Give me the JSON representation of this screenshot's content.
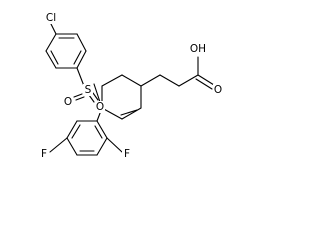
{
  "structure": {
    "atoms": {
      "chlorine": "Cl",
      "sulfur": "S",
      "sulfonyl_oxygen_1": "O",
      "sulfonyl_oxygen_2": "O",
      "fluorine_1": "F",
      "fluorine_2": "F",
      "hydroxyl": "OH",
      "carbonyl_oxygen": "O"
    }
  },
  "colors": {
    "bond": "#000000",
    "label": "#000000",
    "background": "#ffffff"
  }
}
